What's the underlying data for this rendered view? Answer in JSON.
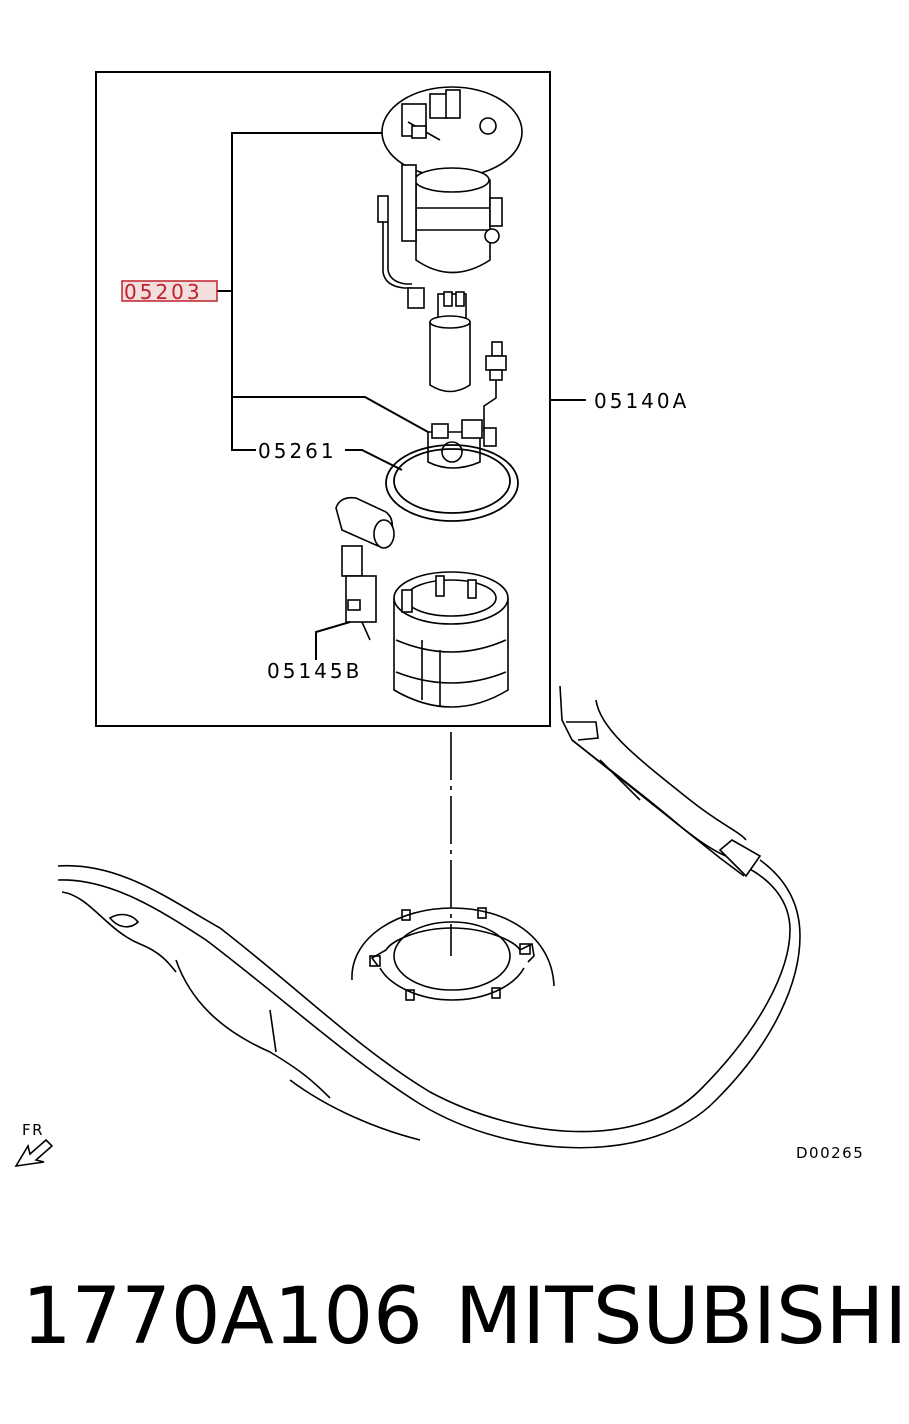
{
  "callouts": {
    "part_05203": "05203",
    "part_05140A": "05140A",
    "part_05261": "05261",
    "part_05145B": "05145B"
  },
  "direction": {
    "label": "FR",
    "icon": "front-direction-arrow-icon"
  },
  "diagram_code": "D00265",
  "caption": {
    "part_number": "1770A106",
    "brand": "MITSUBISHI"
  },
  "colors": {
    "line": "#000000",
    "highlight": "#c0202a",
    "highlight_fill": "#f3dede"
  }
}
